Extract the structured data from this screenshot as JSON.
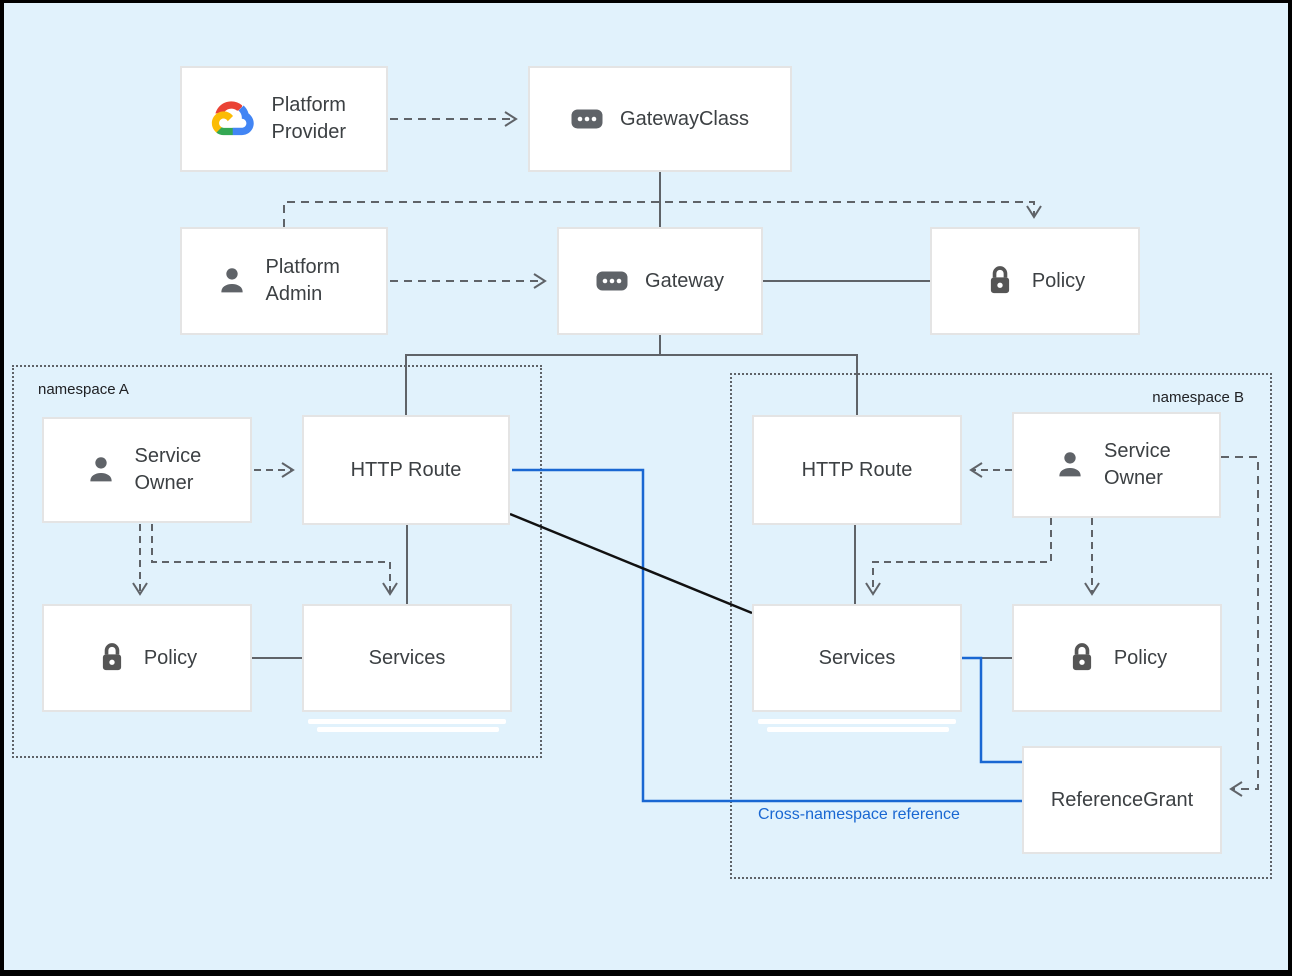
{
  "colors": {
    "background": "#e1f2fc",
    "frame": "#000000",
    "connector_gray": "#5f6368",
    "cross_namespace_blue": "#1967d2",
    "direct_reference_black": "#111111",
    "node_border": "#e4e4e4",
    "node_text": "#3c4043",
    "icon_gray": "#5f6368",
    "google_logo_red": "#EA4335",
    "google_logo_blue": "#4285F4",
    "google_logo_green": "#34A853",
    "google_logo_yellow": "#FBBC05"
  },
  "nodes": {
    "platform_provider": {
      "label": "Platform Provider",
      "icon": "google-cloud-logo"
    },
    "gateway_class": {
      "label": "GatewayClass",
      "icon": "resource-chip-icon"
    },
    "platform_admin": {
      "label": "Platform Admin",
      "icon": "person-icon"
    },
    "gateway": {
      "label": "Gateway",
      "icon": "resource-chip-icon"
    },
    "policy_top": {
      "label": "Policy",
      "icon": "lock-icon"
    }
  },
  "namespace_a": {
    "label": "namespace A",
    "service_owner": {
      "label": "Service Owner",
      "icon": "person-icon"
    },
    "http_route": {
      "label": "HTTP Route"
    },
    "policy": {
      "label": "Policy",
      "icon": "lock-icon"
    },
    "services": {
      "label": "Services"
    }
  },
  "namespace_b": {
    "label": "namespace B",
    "http_route": {
      "label": "HTTP Route"
    },
    "service_owner": {
      "label": "Service Owner",
      "icon": "person-icon"
    },
    "services": {
      "label": "Services"
    },
    "policy": {
      "label": "Policy",
      "icon": "lock-icon"
    },
    "reference_grant": {
      "label": "ReferenceGrant"
    }
  },
  "annotations": {
    "cross_namespace_reference": "Cross-namespace reference"
  }
}
